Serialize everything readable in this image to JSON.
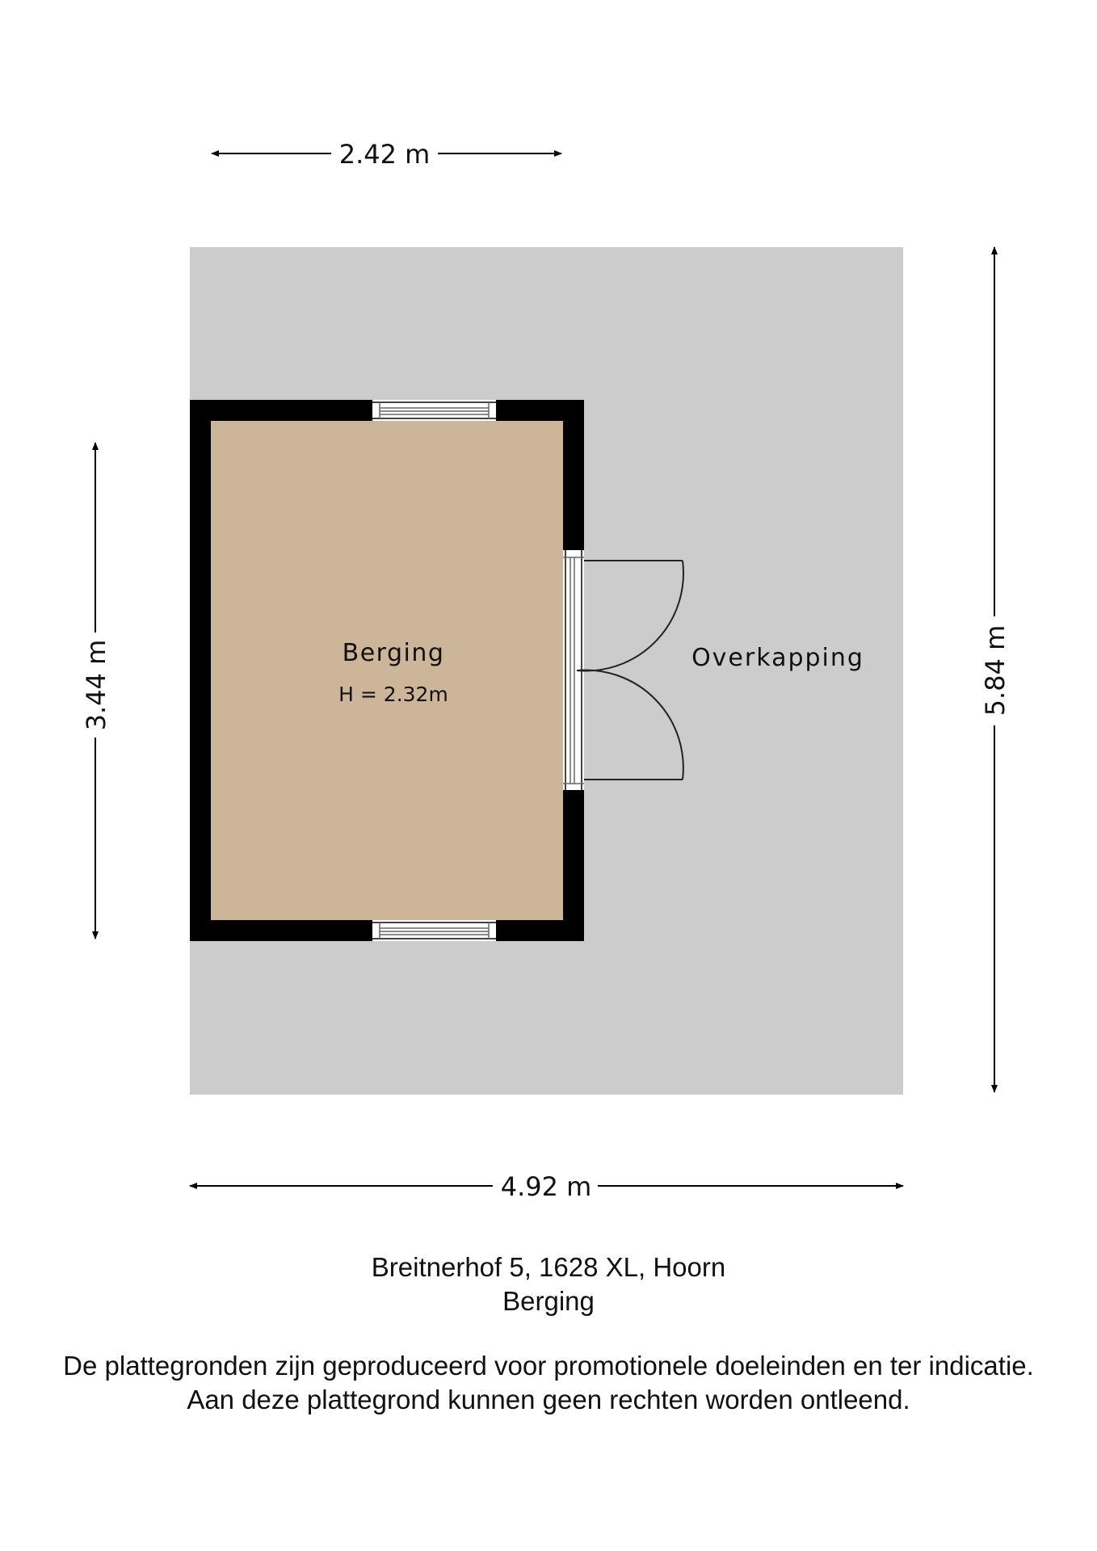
{
  "colors": {
    "overkapping_fill": "#cccccc",
    "room_fill": "#cdb599",
    "wall": "#000000",
    "window": "#ffffff"
  },
  "dimensions": {
    "top_width": "2.42 m",
    "left_height": "3.44 m",
    "right_height": "5.84 m",
    "bottom_width": "4.92 m"
  },
  "rooms": {
    "berging_name": "Berging",
    "berging_height": "H = 2.32m",
    "overkapping_name": "Overkapping"
  },
  "footer": {
    "address": "Breitnerhof 5, 1628 XL, Hoorn",
    "floor": "Berging",
    "disclaimer_line1": "De plattegronden zijn geproduceerd voor promotionele doeleinden en ter indicatie.",
    "disclaimer_line2": "Aan deze plattegrond kunnen geen rechten worden ontleend."
  }
}
